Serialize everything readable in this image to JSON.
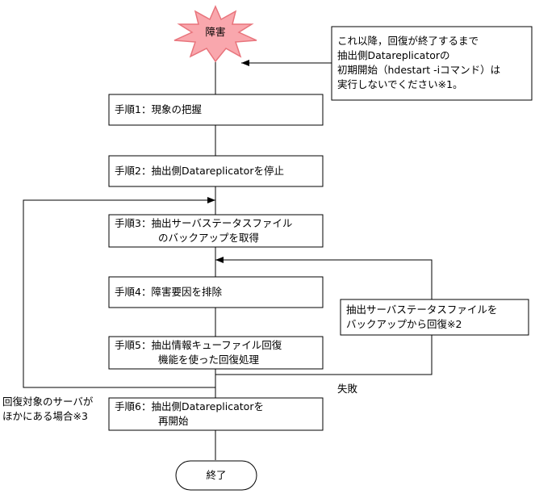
{
  "start": {
    "label": "障害"
  },
  "end": {
    "label": "終了"
  },
  "note": {
    "line1": "これ以降，回復が終了するまで",
    "line2": "抽出側Datareplicatorの",
    "line3": "初期開始（hdestart -iコマンド）は",
    "line4": "実行しないでください※1。"
  },
  "steps": [
    {
      "line1": "手順1：現象の把握",
      "line2": ""
    },
    {
      "line1": "手順2：抽出側Datareplicatorを停止",
      "line2": ""
    },
    {
      "line1": "手順3：抽出サーバステータスファイル",
      "line2": "のバックアップを取得"
    },
    {
      "line1": "手順4：障害要因を排除",
      "line2": ""
    },
    {
      "line1": "手順5：抽出情報キューファイル回復",
      "line2": "機能を使った回復処理"
    },
    {
      "line1": "手順6：抽出側Datareplicatorを",
      "line2": "再開始"
    }
  ],
  "recovery_box": {
    "line1": "抽出サーバステータスファイルを",
    "line2": "バックアップから回復※2"
  },
  "labels": {
    "failure": "失敗",
    "other_server_line1": "回復対象のサーバが",
    "other_server_line2": "ほかにある場合※3"
  },
  "colors": {
    "burst_fill": "#f9a7ad",
    "burst_stroke": "#e8747c",
    "line": "#000000"
  }
}
